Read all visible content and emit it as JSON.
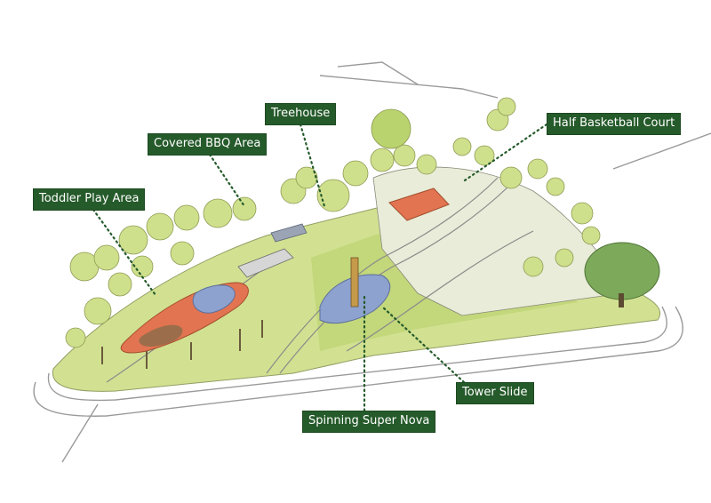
{
  "labels": {
    "treehouse": "Treehouse",
    "bbq": "Covered BBQ Area",
    "toddler": "Toddler Play Area",
    "basketball": "Half Basketball Court",
    "tower_slide": "Tower Slide",
    "super_nova": "Spinning Super Nova"
  },
  "colors": {
    "label_bg": "#255a2a",
    "label_text": "#ffffff",
    "lawn": "#c9dc7e",
    "tree": "#cfe08d",
    "orange_surface": "#e27451",
    "blue_surface": "#8ea2cf",
    "big_tree": "#7da95a"
  }
}
